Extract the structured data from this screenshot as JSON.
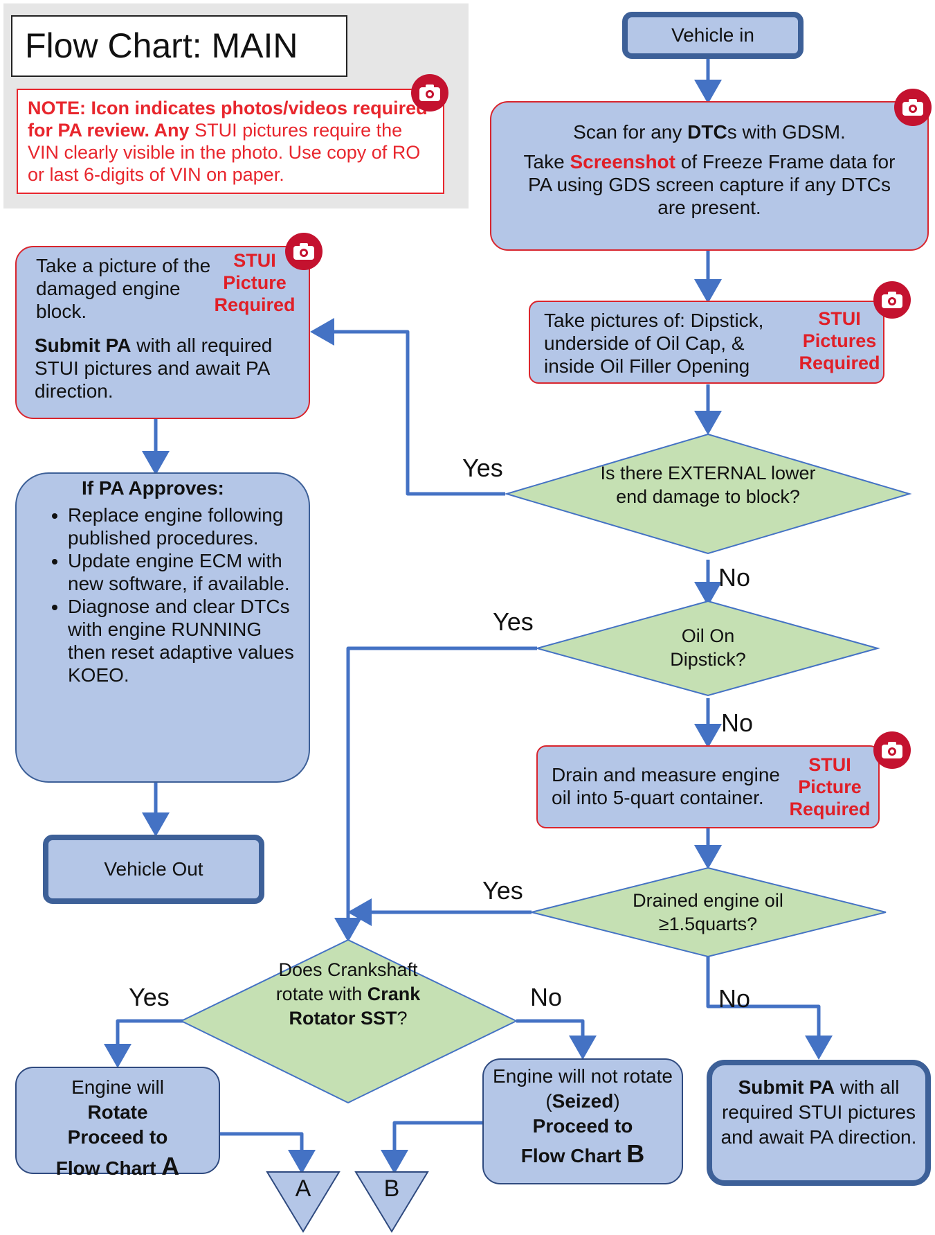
{
  "header": {
    "title": "Flow Chart: MAIN",
    "note_bold_1": "NOTE: Icon indicates photos/videos required for PA review. Any",
    "note_normal_1": " STUI pictures require the VIN clearly visible in the photo. Use copy of RO or last 6-digits of VIN on paper."
  },
  "icons": {
    "camera": "camera-icon"
  },
  "colors": {
    "box_fill": "#b4c6e7",
    "decision_fill": "#c5e0b3",
    "connector": "#4472c4",
    "alert_red": "#e01f27"
  },
  "nodes": {
    "vehicle_in": "Vehicle in",
    "scan_line1_a": "Scan for any ",
    "scan_line1_b": "DTC",
    "scan_line1_c": "s with GDSM.",
    "scan_line2_a": "Take ",
    "scan_line2_b": "Screenshot",
    "scan_line2_c": " of Freeze Frame data for PA using GDS screen capture if any DTCs are present.",
    "take_pictures": "Take pictures of: Dipstick, underside of Oil Cap, & inside Oil Filler Opening",
    "req_pictures": "STUI Pictures Required",
    "req_picture": "STUI Picture Required",
    "external_q": "Is there EXTERNAL lower end damage to block?",
    "dipstick_q": "Oil On Dipstick?",
    "drain": "Drain and measure engine oil into 5-quart container.",
    "drained_q": "Drained engine oil ≥1.5quarts?",
    "crank_q_1": "Does Crankshaft rotate with",
    "crank_q_2": "Crank Rotator SST",
    "crank_q_3": "?",
    "take_damaged": "Take a picture of the damaged engine block.",
    "submit_a_bold": "Submit PA",
    "submit_a_rest": " with all required STUI pictures and await PA direction.",
    "approve_heading": "If PA Approves:",
    "approve_items": [
      "Replace engine following published procedures.",
      "Update engine ECM with new software, if available.",
      "Diagnose and clear DTCs with engine RUNNING then reset adaptive values KOEO."
    ],
    "vehicle_out": "Vehicle Out",
    "rotate_1": "Engine will",
    "rotate_2": "Rotate",
    "rotate_3": "Proceed to",
    "rotate_4": "Flow Chart",
    "rotate_5": "A",
    "seized_1": "Engine will not rotate (",
    "seized_2": "Seized",
    "seized_3": ")",
    "seized_4": "Proceed to",
    "seized_5": "Flow Chart",
    "seized_6": "B",
    "submit_b_bold": "Submit PA",
    "submit_b_rest": " with all required STUI pictures and await PA direction.",
    "connector_a": "A",
    "connector_b": "B"
  },
  "labels": {
    "yes": "Yes",
    "no": "No"
  }
}
